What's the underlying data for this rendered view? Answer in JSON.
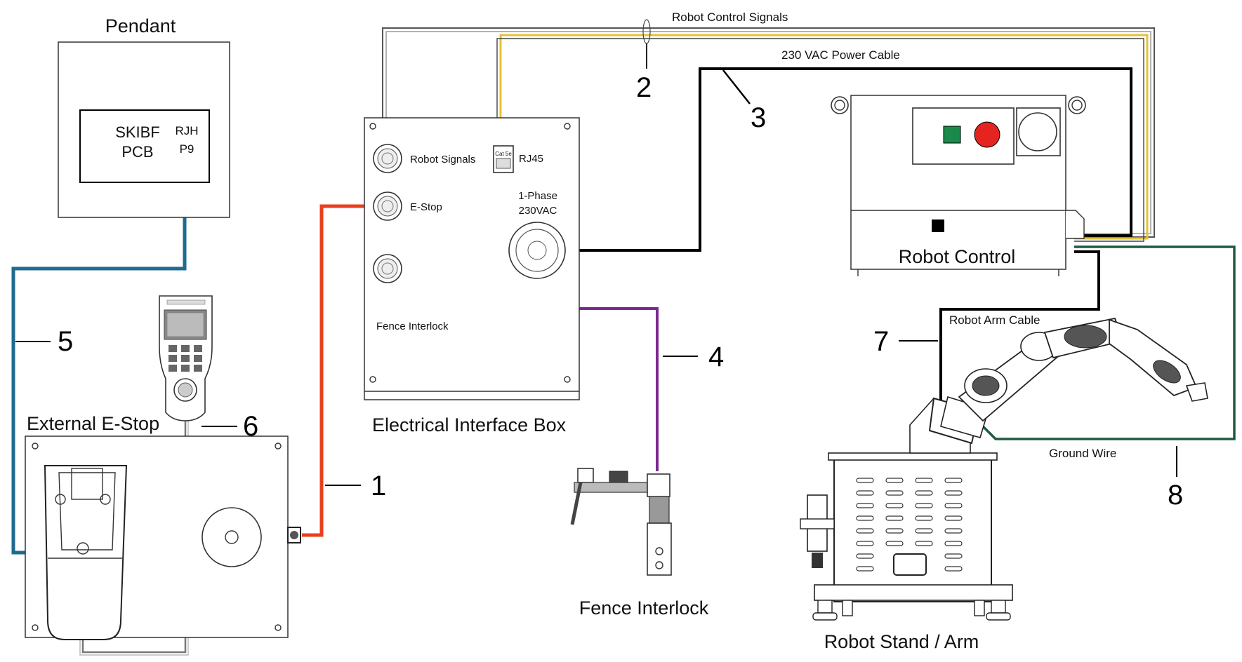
{
  "pendant": {
    "title": "Pendant",
    "pcb_line1": "SKIBF",
    "pcb_line2": "PCB",
    "port_line1": "RJH",
    "port_line2": "P9"
  },
  "estop_box": {
    "title": "External E-Stop"
  },
  "interface_box": {
    "title": "Electrical Interface Box",
    "robot_signals": "Robot Signals",
    "rj45": "RJ45",
    "rj45_jack_label": "Cat 5e",
    "estop": "E-Stop",
    "power_line1": "1-Phase",
    "power_line2": "230VAC",
    "fence_interlock": "Fence Interlock"
  },
  "fence": {
    "title": "Fence Interlock"
  },
  "robot_control": {
    "title": "Robot Control"
  },
  "robot_arm": {
    "title": "Robot Stand / Arm"
  },
  "cables": {
    "robot_control_signals": "Robot Control Signals",
    "power_cable": "230 VAC Power Cable",
    "robot_arm_cable": "Robot Arm Cable",
    "ground_wire": "Ground Wire"
  },
  "callouts": {
    "c1": "1",
    "c2": "2",
    "c3": "3",
    "c4": "4",
    "c5": "5",
    "c6": "6",
    "c7": "7",
    "c8": "8"
  },
  "colors": {
    "estop_cable": "#e8401c",
    "pendant_cable": "#1f6b8f",
    "fence_cable": "#7a2a8c",
    "ground_wire": "#1f5a40",
    "signal_cable_yellow": "#e3c23a",
    "button_green": "#1a8a4a",
    "button_red": "#e52420"
  }
}
